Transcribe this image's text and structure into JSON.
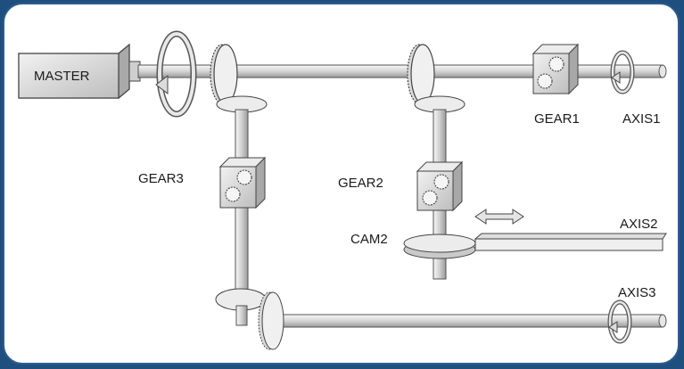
{
  "labels": {
    "master": "MASTER",
    "gear1": "GEAR1",
    "gear2": "GEAR2",
    "gear3": "GEAR3",
    "cam2": "CAM2",
    "axis1": "AXIS1",
    "axis2": "AXIS2",
    "axis3": "AXIS3"
  },
  "colors": {
    "frame": "#2a5d8f",
    "outline": "#444444",
    "metal_light": "#f2f2f2",
    "metal_mid": "#c9c9c9",
    "metal_dark": "#8a8a8a",
    "master_box": "#d8d8d8"
  }
}
